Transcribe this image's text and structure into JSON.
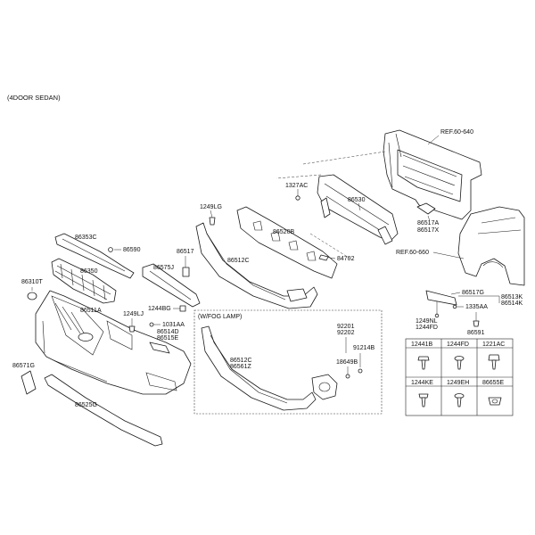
{
  "header": {
    "variant": "(4DOOR SEDAN)"
  },
  "frame": {
    "fog_lamp_label": "(W/FOG LAMP)"
  },
  "labels": {
    "ref_60_640": "REF.60-640",
    "ref_60_660": "REF.60-660",
    "p1327AC": "1327AC",
    "p86530": "86530",
    "p1249LG": "1249LG",
    "p86517A": "86517A",
    "p86517X": "86517X",
    "p86520B": "86520B",
    "p84702": "84702",
    "p86353C": "86353C",
    "p86590": "86590",
    "p86517": "86517",
    "p86350": "86350",
    "p86575J": "86575J",
    "p86512C_top": "86512C",
    "p86310T": "86310T",
    "p86511A": "86511A",
    "p1244BG": "1244BG",
    "p1249LJ": "1249LJ",
    "p1031AA": "1031AA",
    "p86514D": "86514D",
    "p86515E": "86515E",
    "p86571G": "86571G",
    "p86525G": "86525G",
    "p86512C_fog": "86512C",
    "p86561Z": "86561Z",
    "p92201": "92201",
    "p92202": "92202",
    "p91214B": "91214B",
    "p18649B": "18649B",
    "p86517G": "86517G",
    "p86513K": "86513K",
    "p86514K": "86514K",
    "p1249NL": "1249NL",
    "p1244FD_side": "1244FD",
    "p1335AA": "1335AA",
    "p86591": "86591"
  },
  "fastener_table": {
    "row1": [
      "12441B",
      "1244FD",
      "1221AC"
    ],
    "row2": [
      "1244KE",
      "1249EH",
      "86655E"
    ]
  }
}
